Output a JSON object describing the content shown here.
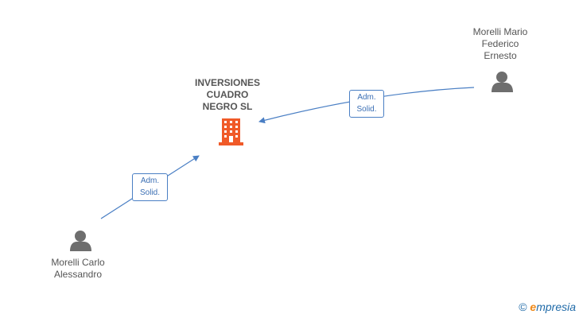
{
  "company": {
    "name": "INVERSIONES\nCUADRO\nNEGRO SL",
    "icon": "building-icon",
    "color": "#f05a28"
  },
  "people": [
    {
      "id": "p1",
      "name": "Morelli Mario\nFederico\nErnesto",
      "icon": "person-icon"
    },
    {
      "id": "p2",
      "name": "Morelli Carlo\nAlessandro",
      "icon": "person-icon"
    }
  ],
  "edges": [
    {
      "from": "p1",
      "label": "Adm.\nSolid."
    },
    {
      "from": "p2",
      "label": "Adm.\nSolid."
    }
  ],
  "colors": {
    "edge": "#4a7fc4",
    "person": "#6e6e6e"
  },
  "brand": {
    "copyright": "©",
    "e_letter": "e",
    "rest": "mpresia"
  }
}
